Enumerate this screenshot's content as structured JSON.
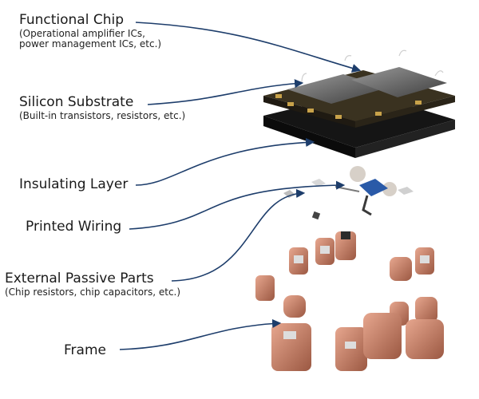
{
  "labels": {
    "functional_chip": {
      "title": "Functional Chip",
      "subtitle_line1": "(Operational amplifier ICs,",
      "subtitle_line2": "power management ICs, etc.)"
    },
    "silicon_substrate": {
      "title": "Silicon Substrate",
      "subtitle": "(Built-in transistors, resistors, etc.)"
    },
    "insulating_layer": {
      "title": "Insulating Layer"
    },
    "printed_wiring": {
      "title": "Printed Wiring"
    },
    "external_passive_parts": {
      "title": "External Passive Parts",
      "subtitle": "(Chip resistors, chip capacitors, etc.)"
    },
    "frame": {
      "title": "Frame"
    }
  },
  "colors": {
    "leader_line": "#1d3d6b",
    "copper": "#c9826b",
    "copper_dark": "#8a4a36",
    "chip_top": "#6a6a6a",
    "substrate_dark": "#1c1c1c",
    "gold_pad": "#c8a24a",
    "wiring_blue": "#2a5aa8"
  }
}
